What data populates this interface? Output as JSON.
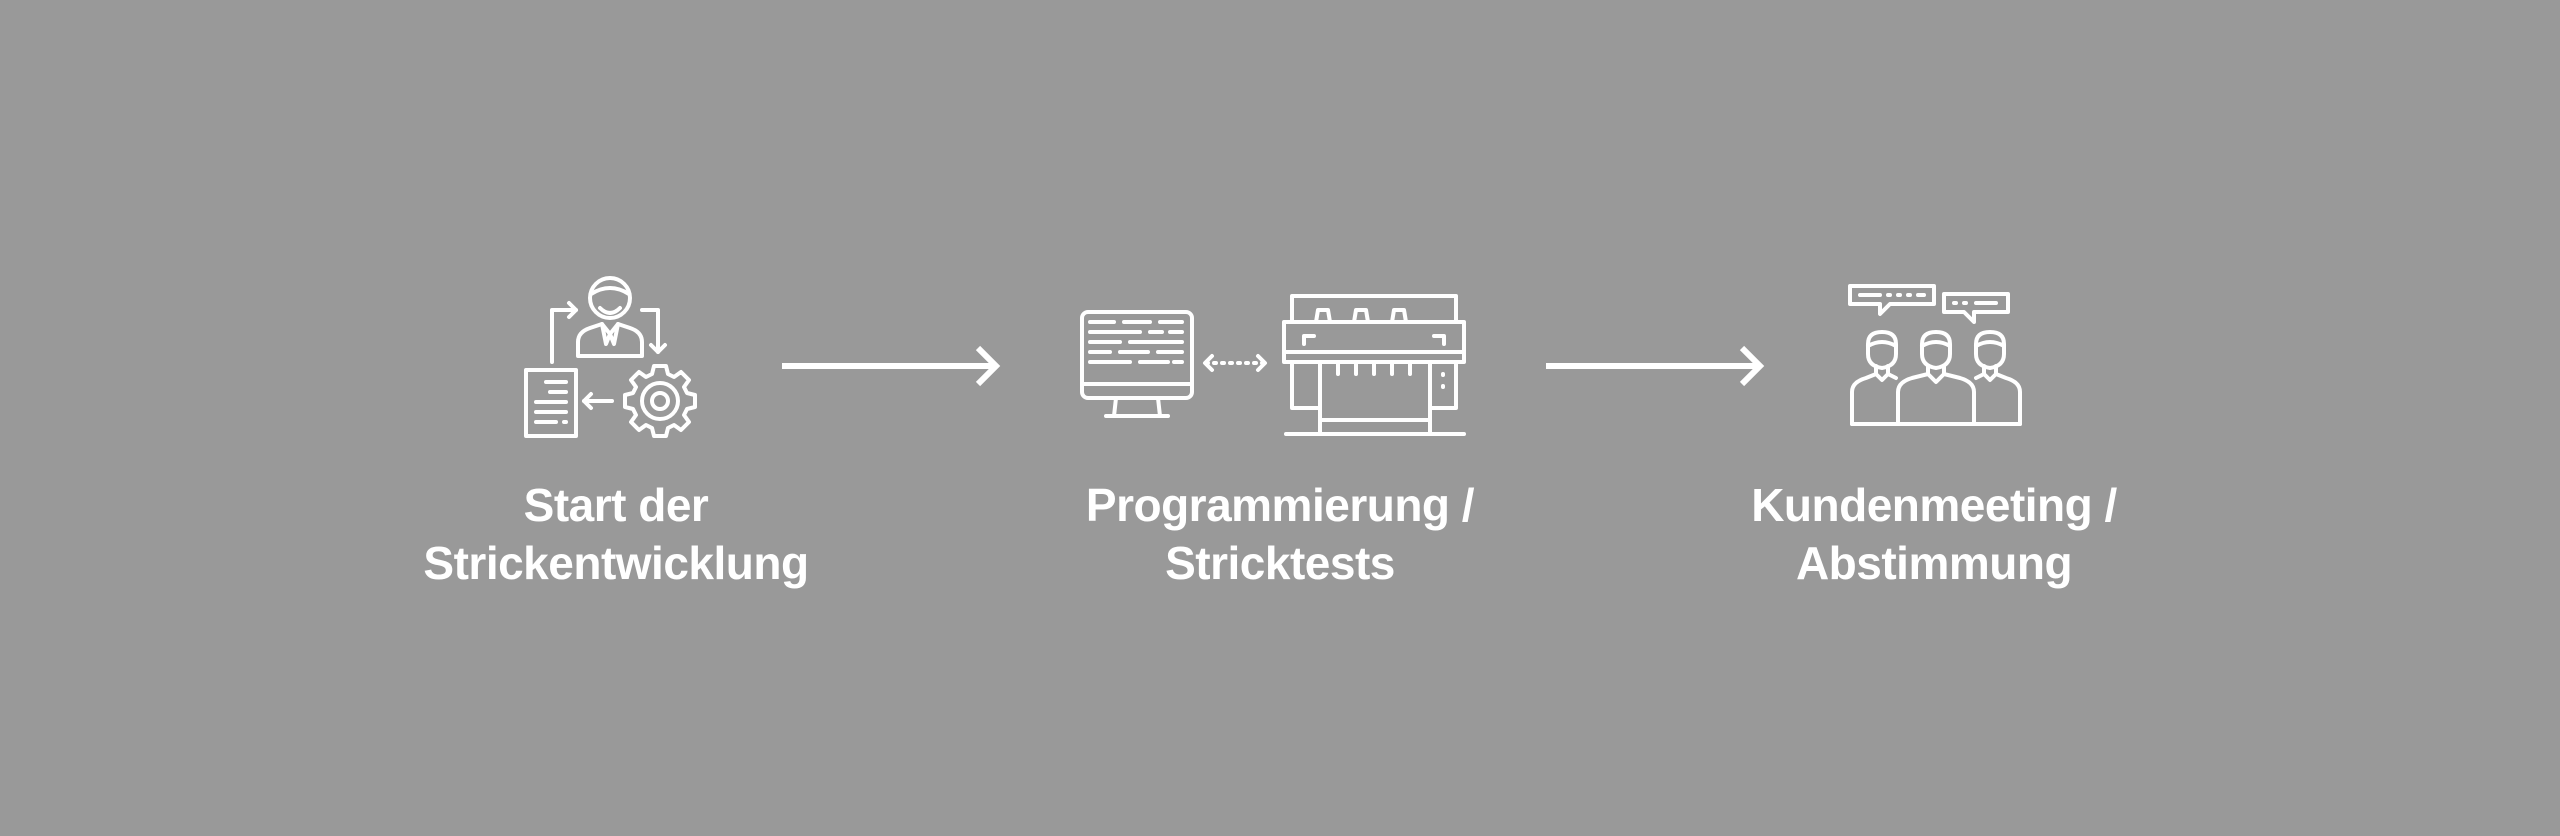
{
  "steps": [
    {
      "icon": "developer-with-gear-and-document-icon",
      "line1": "Start der",
      "line2": "Strickentwicklung"
    },
    {
      "icon": "computer-and-knitting-machine-icon",
      "line1": "Programmierung /",
      "line2": "Stricktests"
    },
    {
      "icon": "customer-meeting-group-icon",
      "line1": "Kundenmeeting /",
      "line2": "Abstimmung"
    }
  ],
  "colors": {
    "background": "#999999",
    "foreground": "#ffffff"
  }
}
